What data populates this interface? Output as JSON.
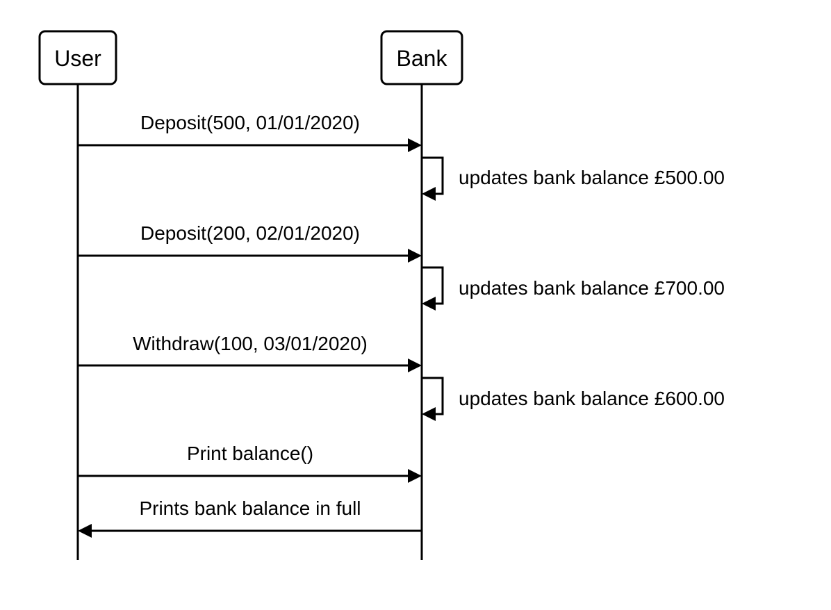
{
  "participants": {
    "user": "User",
    "bank": "Bank"
  },
  "messages": [
    {
      "from": "user",
      "to": "bank",
      "label": "Deposit(500, 01/01/2020)"
    },
    {
      "from": "bank",
      "to": "bank",
      "label": "updates bank balance £500.00"
    },
    {
      "from": "user",
      "to": "bank",
      "label": "Deposit(200, 02/01/2020)"
    },
    {
      "from": "bank",
      "to": "bank",
      "label": "updates bank balance £700.00"
    },
    {
      "from": "user",
      "to": "bank",
      "label": "Withdraw(100, 03/01/2020)"
    },
    {
      "from": "bank",
      "to": "bank",
      "label": "updates bank balance £600.00"
    },
    {
      "from": "user",
      "to": "bank",
      "label": "Print balance()"
    },
    {
      "from": "bank",
      "to": "user",
      "label": "Prints bank balance in full"
    }
  ],
  "colors": {
    "stroke": "#000000",
    "background": "#ffffff"
  }
}
